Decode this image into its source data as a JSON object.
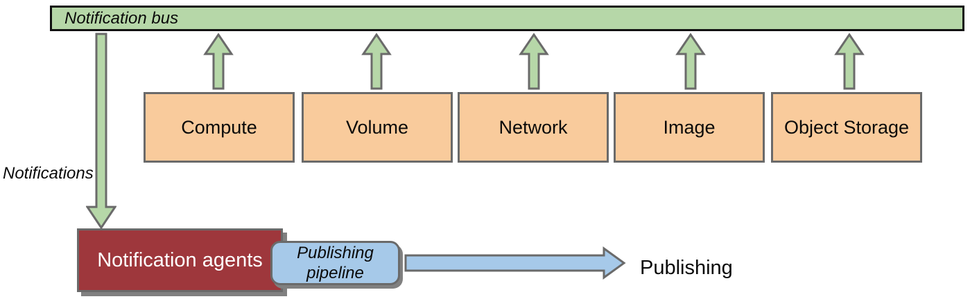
{
  "diagram": {
    "bus": {
      "label": "Notification bus"
    },
    "services": [
      {
        "label": "Compute"
      },
      {
        "label": "Volume"
      },
      {
        "label": "Network"
      },
      {
        "label": "Image"
      },
      {
        "label": "Object Storage"
      }
    ],
    "notifications_label": "Notifications",
    "agents": {
      "label": "Notification agents"
    },
    "pipeline": {
      "label": "Publishing pipeline"
    },
    "publishing_label": "Publishing",
    "icons": {
      "up_arrow": "up-arrow",
      "down_arrow": "down-arrow",
      "right_arrow": "right-arrow"
    },
    "colors": {
      "bus_fill": "#b6d7a8",
      "bus_border": "#111111",
      "arrow_green": "#b6d7a8",
      "service_fill": "#f9cb9c",
      "agents_fill": "#9e373c",
      "pipeline_fill": "#a6c9e9",
      "arrow_blue": "#a6c9e9",
      "border_gray": "#6a6a6a",
      "shadow_gray": "#808080"
    }
  }
}
